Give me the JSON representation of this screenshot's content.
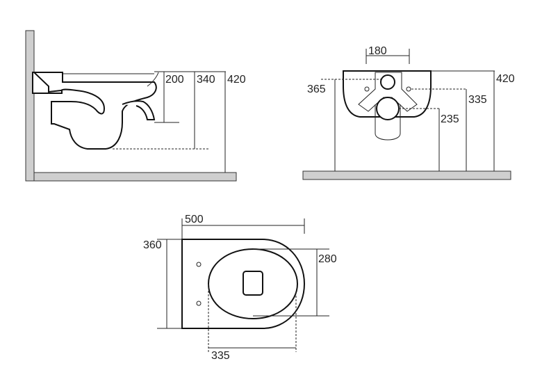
{
  "side_view": {
    "dim_200": "200",
    "dim_340": "340",
    "dim_420": "420"
  },
  "front_view": {
    "dim_180": "180",
    "dim_365": "365",
    "dim_420": "420",
    "dim_335": "335",
    "dim_235": "235"
  },
  "top_view": {
    "dim_500": "500",
    "dim_360": "360",
    "dim_280": "280",
    "dim_335": "335"
  },
  "colors": {
    "line": "#222222",
    "wall_fill": "#cfcfcf"
  }
}
